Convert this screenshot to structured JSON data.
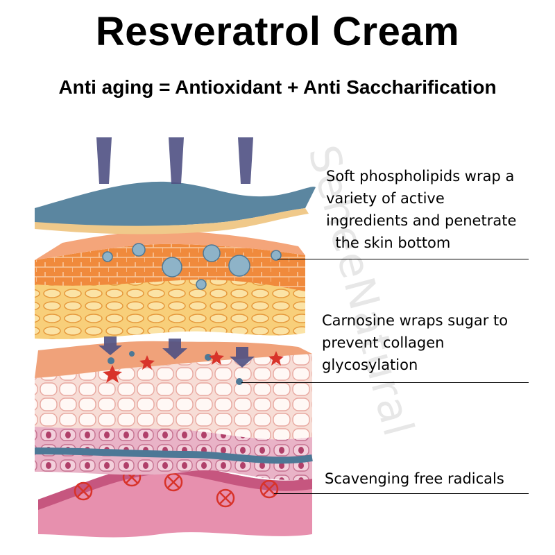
{
  "header": {
    "title": "Resveratrol Cream",
    "subtitle": "Anti aging = Antioxidant + Anti Saccharification"
  },
  "annotations": [
    {
      "lines": [
        "Soft phospholipids wrap a",
        "variety of active",
        "ingredients and penetrate",
        "  the skin bottom"
      ]
    },
    {
      "lines": [
        "Carnosine wraps sugar to",
        "prevent collagen",
        "glycosylation"
      ]
    },
    {
      "lines": [
        "Scavenging free radicals"
      ]
    }
  ],
  "watermark": "SeheeNatural",
  "colors": {
    "surface_layer": "#5b86a0",
    "brick_layer": "#f08a3c",
    "cell_layer": "#f6e6e0",
    "base_layer": "#e890b0",
    "arrow": "#5a5c8c",
    "marker_red": "#d8332a"
  }
}
